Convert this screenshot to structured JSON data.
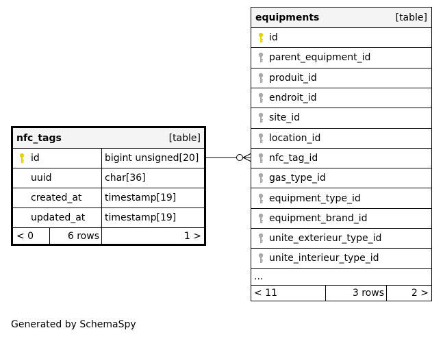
{
  "nfc_tags": {
    "name": "nfc_tags",
    "type": "[table]",
    "rows": [
      {
        "name": "id",
        "type": "bigint unsigned[20]",
        "key": "primary"
      },
      {
        "name": "uuid",
        "type": "char[36]",
        "key": "none"
      },
      {
        "name": "created_at",
        "type": "timestamp[19]",
        "key": "none"
      },
      {
        "name": "updated_at",
        "type": "timestamp[19]",
        "key": "none"
      }
    ],
    "footer": {
      "left": "< 0",
      "mid": "6 rows",
      "right": "1 >"
    }
  },
  "equipments": {
    "name": "equipments",
    "type": "[table]",
    "rows": [
      {
        "name": "id",
        "key": "primary"
      },
      {
        "name": "parent_equipment_id",
        "key": "foreign"
      },
      {
        "name": "produit_id",
        "key": "foreign"
      },
      {
        "name": "endroit_id",
        "key": "foreign"
      },
      {
        "name": "site_id",
        "key": "foreign"
      },
      {
        "name": "location_id",
        "key": "foreign"
      },
      {
        "name": "nfc_tag_id",
        "key": "foreign"
      },
      {
        "name": "gas_type_id",
        "key": "foreign"
      },
      {
        "name": "equipment_type_id",
        "key": "foreign"
      },
      {
        "name": "equipment_brand_id",
        "key": "foreign"
      },
      {
        "name": "unite_exterieur_type_id",
        "key": "foreign"
      },
      {
        "name": "unite_interieur_type_id",
        "key": "foreign"
      }
    ],
    "ellipsis": "...",
    "footer": {
      "left": "< 11",
      "mid": "3 rows",
      "right": "2 >"
    }
  },
  "generated_by": "Generated by SchemaSpy",
  "colors": {
    "primary_key": "#e6d400",
    "foreign_key": "#a8a8a8",
    "header_bg": "#f4f4f4",
    "border": "#000000"
  }
}
